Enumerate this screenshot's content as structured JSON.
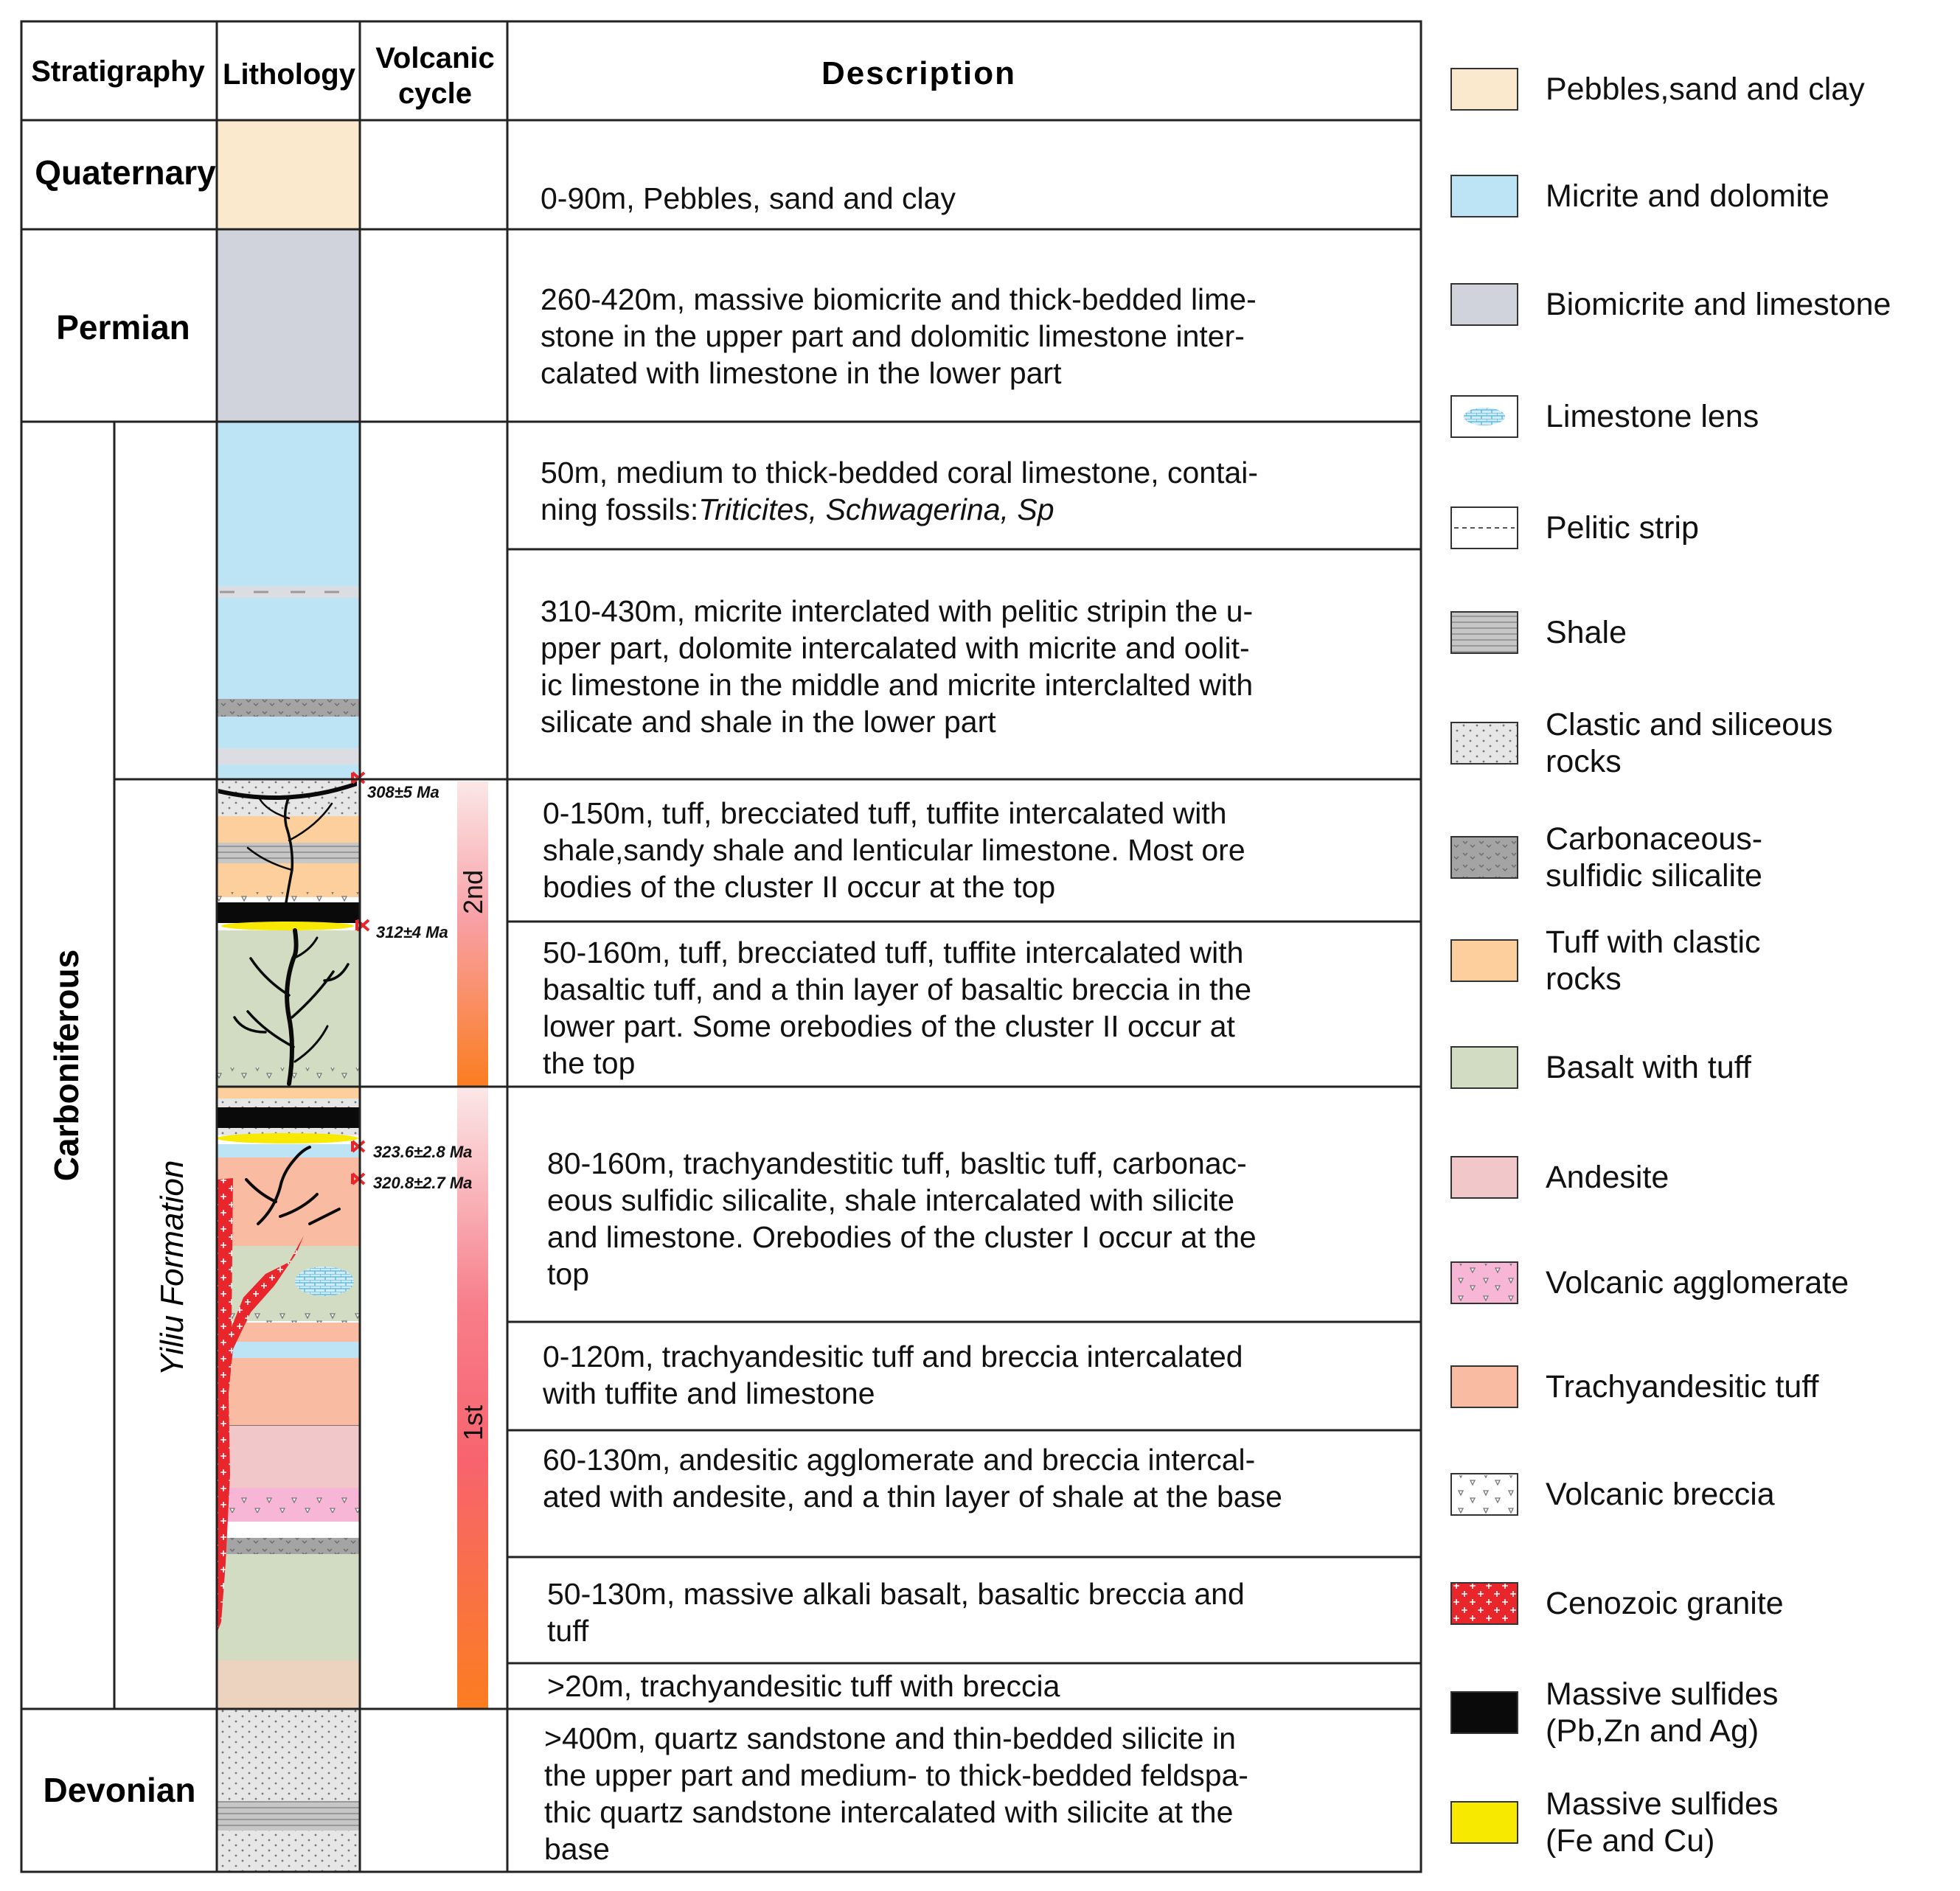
{
  "header": {
    "stratigraphy": "Stratigraphy",
    "lithology": "Lithology",
    "volcanic_cycle_1": "Volcanic",
    "volcanic_cycle_2": "cycle",
    "description": "Description"
  },
  "periods": {
    "quaternary": "Quaternary",
    "permian": "Permian",
    "carboniferous": "Carboniferous",
    "devonian": "Devonian"
  },
  "formation": "Yiliu Formation",
  "volcanic_cycles": {
    "second": "2nd",
    "first": "1st"
  },
  "ages": {
    "a1": "308±5 Ma",
    "a2": "312±4 Ma",
    "a3": "323.6±2.8 Ma",
    "a4": "320.8±2.7 Ma"
  },
  "descriptions": [
    {
      "lines": [
        "0-90m, Pebbles, sand and clay"
      ]
    },
    {
      "lines": [
        "260-420m, massive biomicrite and thick-bedded lime-",
        "stone in the upper part and dolomitic limestone inter-",
        "calated with limestone in the lower part"
      ]
    },
    {
      "lines": [
        "50m, medium to thick-bedded coral limestone, contai-",
        "ning fossils:"
      ],
      "fossils": "Triticites, Schwagerina, Sp"
    },
    {
      "lines": [
        "310-430m, micrite interclated with pelitic stripin the u-",
        "pper part, dolomite intercalated with micrite and oolit-",
        "ic limestone in the middle and micrite interclalted with",
        "silicate and shale in the lower part"
      ]
    },
    {
      "lines": [
        "0-150m, tuff, brecciated tuff, tuffite intercalated with",
        "shale,sandy shale and lenticular limestone. Most ore",
        "bodies of the cluster II occur at the top"
      ]
    },
    {
      "lines": [
        "50-160m, tuff, brecciated tuff, tuffite intercalated with",
        "basaltic tuff, and a thin layer of basaltic breccia in the",
        "lower part. Some orebodies of the cluster II occur at",
        "the top"
      ]
    },
    {
      "lines": [
        "80-160m, trachyandestitic tuff, basltic tuff, carbonac-",
        "eous sulfidic silicalite, shale intercalated with silicite",
        "and limestone. Orebodies of the cluster I occur at the",
        "top"
      ]
    },
    {
      "lines": [
        "0-120m, trachyandesitic tuff and breccia intercalated",
        "with tuffite and limestone"
      ]
    },
    {
      "lines": [
        "60-130m, andesitic agglomerate and breccia intercal-",
        "ated with andesite, and a thin layer of shale at the base"
      ]
    },
    {
      "lines": [
        "50-130m, massive alkali basalt, basaltic breccia and",
        "tuff"
      ]
    },
    {
      "lines": [
        ">20m, trachyandesitic tuff with breccia"
      ]
    },
    {
      "lines": [
        ">400m, quartz sandstone and thin-bedded silicite in",
        "the upper part and medium- to thick-bedded feldspa-",
        "thic quartz sandstone intercalated with silicite at the",
        "base"
      ]
    }
  ],
  "legend": [
    {
      "lines": [
        "Pebbles,sand and clay"
      ],
      "swatch": "pebbles",
      "color": "#fbe9ce"
    },
    {
      "lines": [
        "Micrite and dolomite"
      ],
      "swatch": "micrite",
      "color": "#bde4f4"
    },
    {
      "lines": [
        "Biomicrite and limestone"
      ],
      "swatch": "biomicrite",
      "color": "#d1d3dc"
    },
    {
      "lines": [
        "Limestone lens"
      ],
      "swatch": "lens",
      "color": "#ffffff"
    },
    {
      "lines": [
        "Pelitic strip"
      ],
      "swatch": "pelitic",
      "color": "#ffffff"
    },
    {
      "lines": [
        "Shale"
      ],
      "swatch": "shale",
      "color": "#c4c4c4"
    },
    {
      "lines": [
        "Clastic and siliceous",
        "rocks"
      ],
      "swatch": "clastic",
      "color": "#d0d0d0"
    },
    {
      "lines": [
        "Carbonaceous-",
        "sulfidic silicalite"
      ],
      "swatch": "carbonaceous",
      "color": "#a4a4a4"
    },
    {
      "lines": [
        "Tuff with clastic",
        "rocks"
      ],
      "swatch": "tuff",
      "color": "#fccf9c"
    },
    {
      "lines": [
        "Basalt with tuff"
      ],
      "swatch": "basalt",
      "color": "#d2dcc2"
    },
    {
      "lines": [
        "Andesite"
      ],
      "swatch": "andesite",
      "color": "#f2c7c9"
    },
    {
      "lines": [
        "Volcanic agglomerate"
      ],
      "swatch": "agglomerate",
      "color": "#f7b6d6"
    },
    {
      "lines": [
        "Trachyandesitic tuff"
      ],
      "swatch": "trachy",
      "color": "#f9bca2"
    },
    {
      "lines": [
        "Volcanic breccia"
      ],
      "swatch": "breccia",
      "color": "#ffffff"
    },
    {
      "lines": [
        "Cenozoic granite"
      ],
      "swatch": "granite",
      "color": "#e8262c"
    },
    {
      "lines": [
        "Massive sulfides",
        "(Pb,Zn and Ag)"
      ],
      "swatch": "sulfide-pb",
      "color": "#0a0a0a"
    },
    {
      "lines": [
        "Massive sulfides",
        "(Fe and Cu)"
      ],
      "swatch": "sulfide-fe",
      "color": "#f7ea00"
    }
  ]
}
